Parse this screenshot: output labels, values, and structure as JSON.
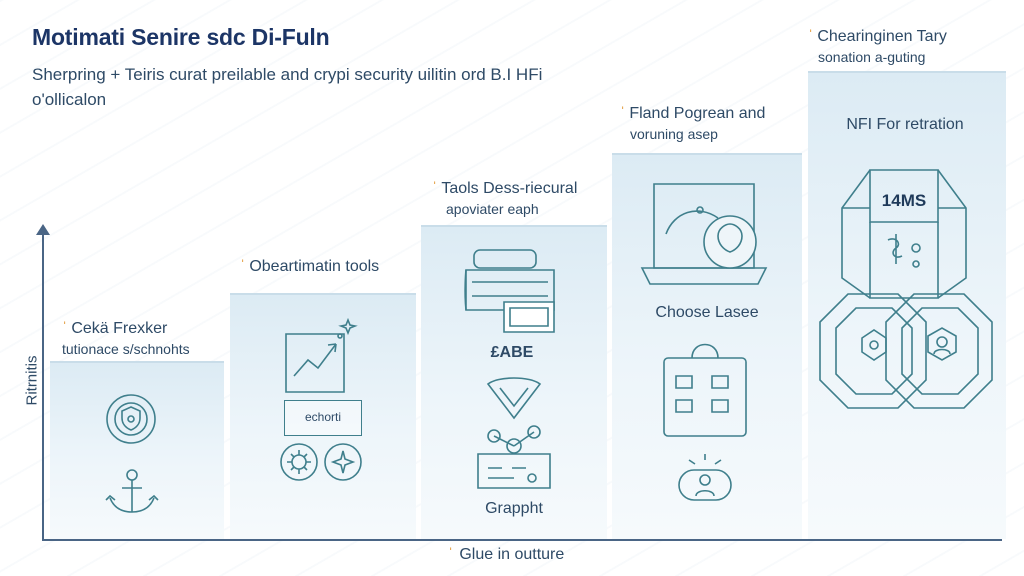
{
  "title": "Motimati Senire sdc Di-Fuln",
  "subtitle": "Sherpring + Teiris curat preilable and crypi security uilitin ord B.I HFi o'ollicalon",
  "axes": {
    "y_label": "Ritrnitis",
    "x_label": "Glue in outture"
  },
  "steps": [
    {
      "label_line1": "Cekä Frexker",
      "label_line2": "tutionace s/schnohts",
      "icons": [
        "gear-shield-icon",
        "anchor-icon"
      ]
    },
    {
      "label_line1": "Obeartimatin tools",
      "label_line2": "",
      "inner_text": "echorti",
      "icons": [
        "growth-chart-icon",
        "cog-badge-icon",
        "spark-badge-icon"
      ]
    },
    {
      "label_line1": "Taols Dess-riecural",
      "label_line2": "apoviater eaph",
      "inner_text": "£ABE",
      "bottom_text": "Grappht",
      "icons": [
        "server-drum-icon",
        "network-nodes-icon"
      ]
    },
    {
      "label_line1": "Fland Pogrean and",
      "label_line2": "voruning asep",
      "inner_text": "Choose Lasee",
      "icons": [
        "laptop-shield-icon",
        "grid-bag-icon",
        "user-lock-icon"
      ]
    },
    {
      "label_line1": "Chearinginen Tary",
      "label_line2": "sonation a-guting",
      "inner_text": "NFI For retration",
      "badge_text": "14MS",
      "icons": [
        "hexagon-vault-icon",
        "linked-octagons-icon"
      ]
    }
  ],
  "colors": {
    "title": "#1c3566",
    "text": "#2e4a66",
    "accent_tick": "#e0952f",
    "line_art": "#3f7f8c",
    "step_fill": "#dcebf4"
  }
}
